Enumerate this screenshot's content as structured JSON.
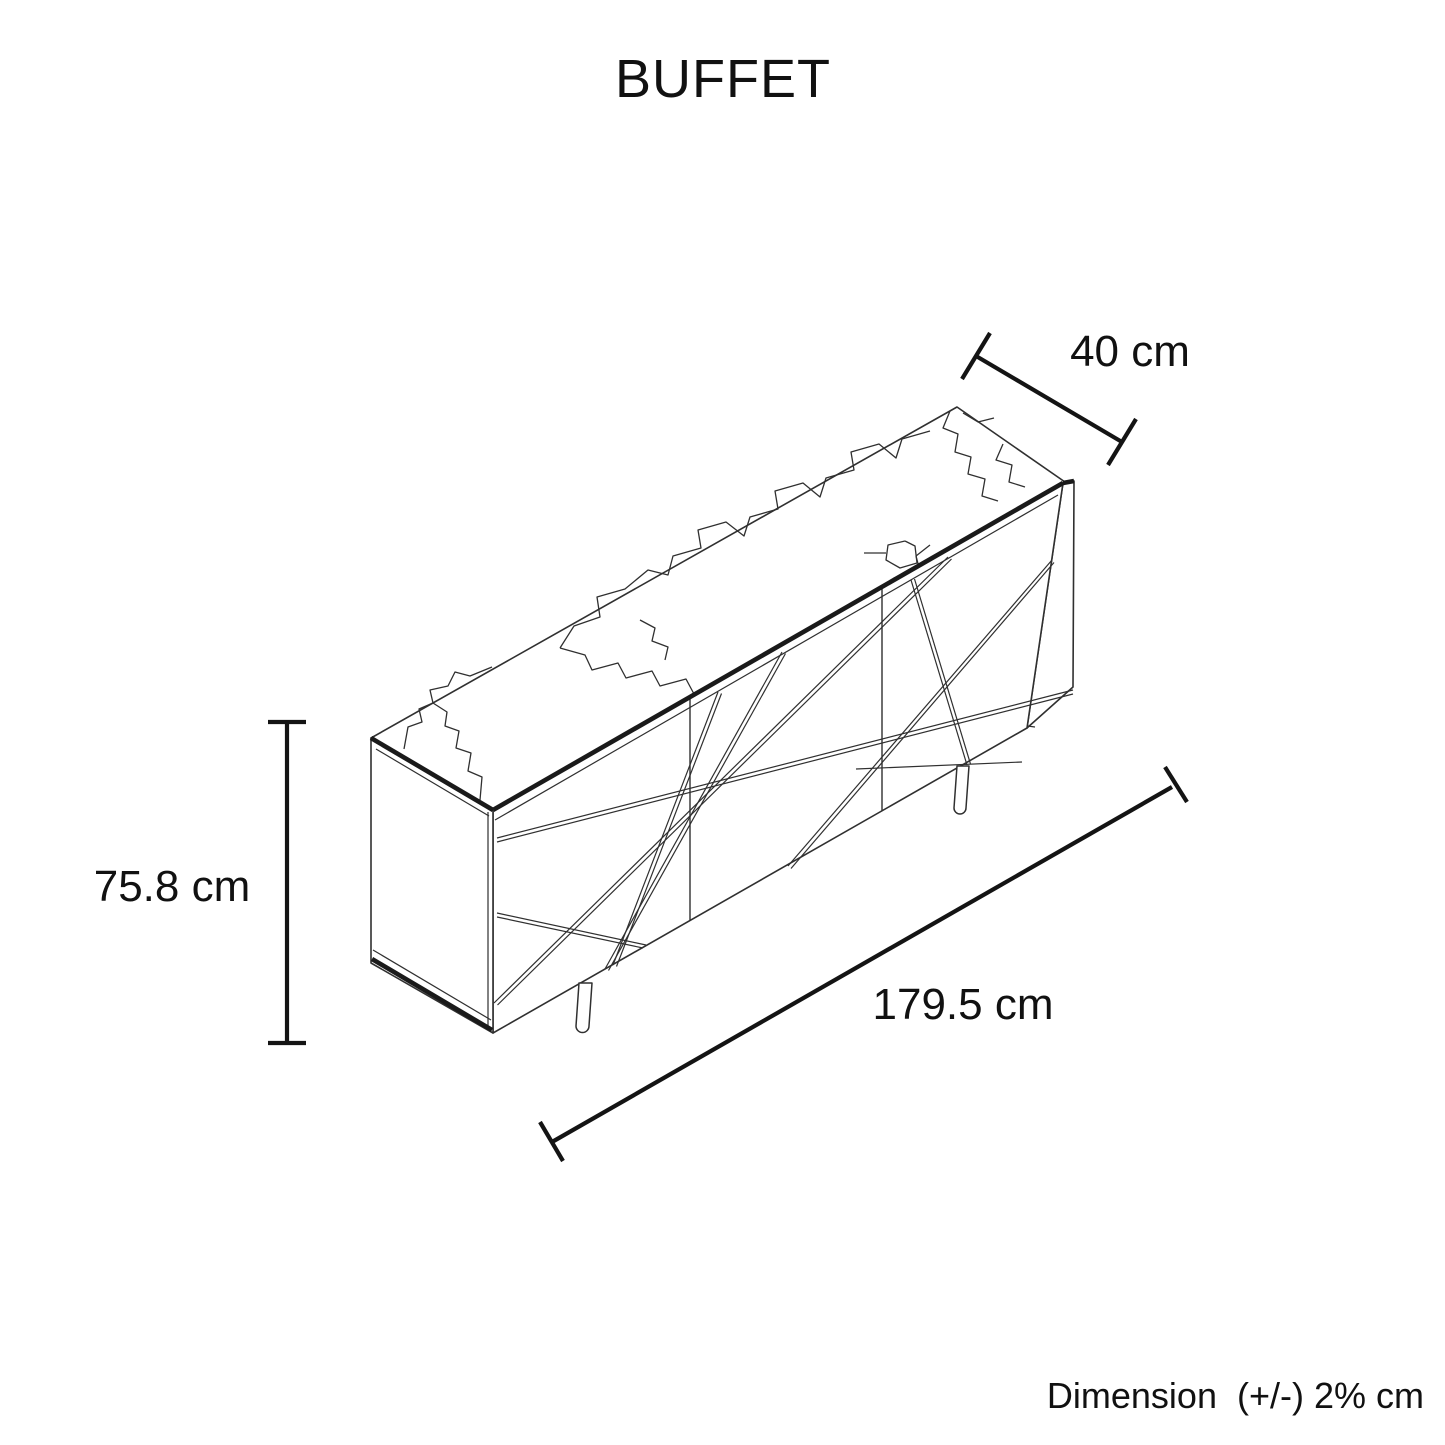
{
  "title": "BUFFET",
  "product": "Buffet sideboard isometric line drawing with marble-pattern top, three doors with engraved criss-cross lines and round metal legs",
  "dimensions": {
    "depth": {
      "label": "40 cm",
      "value": 40,
      "unit": "cm"
    },
    "height": {
      "label": "75.8 cm",
      "value": 75.8,
      "unit": "cm"
    },
    "width": {
      "label": "179.5 cm",
      "value": 179.5,
      "unit": "cm"
    }
  },
  "footnote": "Dimension  (+/-) 2% cm",
  "colors": {
    "background": "#ffffff",
    "line_art": "#303030",
    "dark_edges": "#1a1a1a",
    "dimension_lines": "#141414",
    "text": "#111111"
  }
}
